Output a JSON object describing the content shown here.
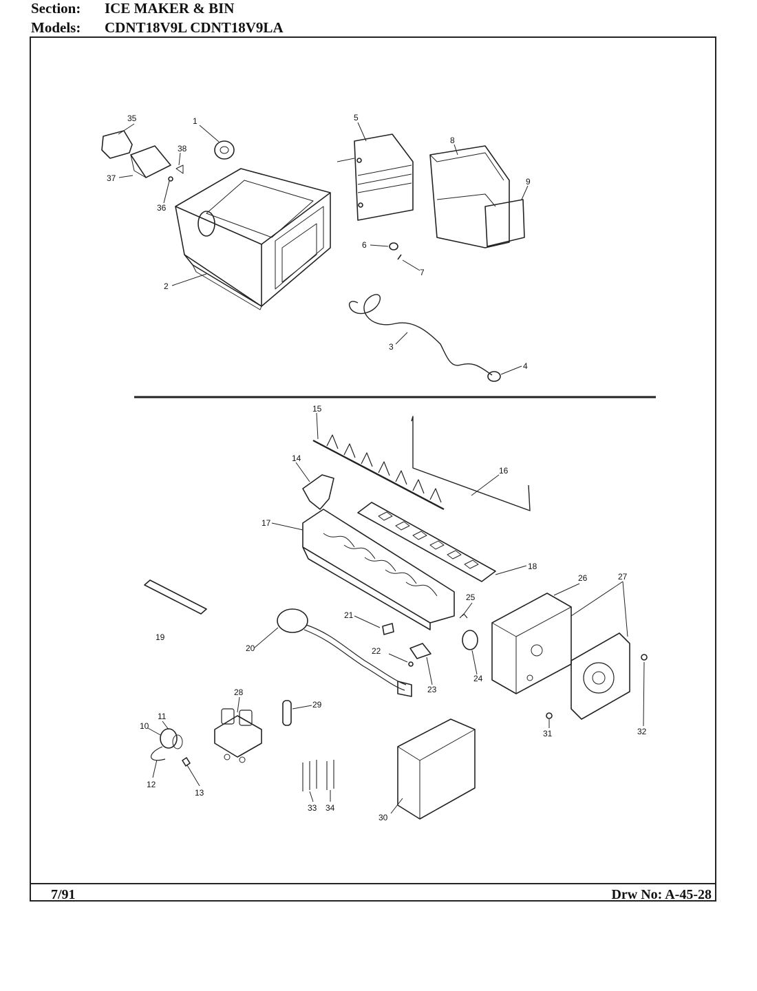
{
  "header": {
    "section_label": "Section:",
    "section_value": "ICE MAKER & BIN",
    "models_label": "Models:",
    "models_value": "CDNT18V9L  CDNT18V9LA"
  },
  "footer": {
    "date": "7/91",
    "drawing_no": "Drw No: A-45-28"
  },
  "callouts": [
    "1",
    "2",
    "3",
    "4",
    "5",
    "6",
    "7",
    "8",
    "9",
    "10",
    "11",
    "12",
    "13",
    "14",
    "15",
    "16",
    "17",
    "18",
    "19",
    "20",
    "21",
    "22",
    "23",
    "24",
    "25",
    "26",
    "27",
    "28",
    "29",
    "30",
    "31",
    "32",
    "33",
    "34",
    "35",
    "36",
    "37",
    "38"
  ]
}
